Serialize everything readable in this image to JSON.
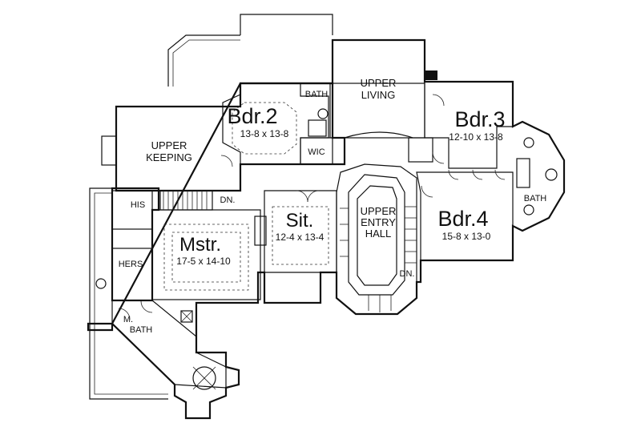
{
  "rooms": {
    "bdr2": {
      "name": "Bdr.2",
      "size": "13-8 x 13-8"
    },
    "bdr3": {
      "name": "Bdr.3",
      "size": "12-10 x 13-8"
    },
    "bdr4": {
      "name": "Bdr.4",
      "size": "15-8 x 13-0"
    },
    "mstr": {
      "name": "Mstr.",
      "size": "17-5 x 14-10"
    },
    "sit": {
      "name": "Sit.",
      "size": "12-4 x 13-4"
    },
    "upper_keeping": [
      "UPPER",
      "KEEPING"
    ],
    "upper_living": [
      "UPPER",
      "LIVING"
    ],
    "upper_entry_hall": [
      "UPPER",
      "ENTRY",
      "HALL"
    ],
    "m_bath": [
      "M.",
      "BATH"
    ],
    "bath_top": "BATH",
    "bath_right": "BATH",
    "wic": "WIC",
    "his": "HIS",
    "hers": "HERS",
    "dn_left": "DN.",
    "dn_right": "DN."
  }
}
